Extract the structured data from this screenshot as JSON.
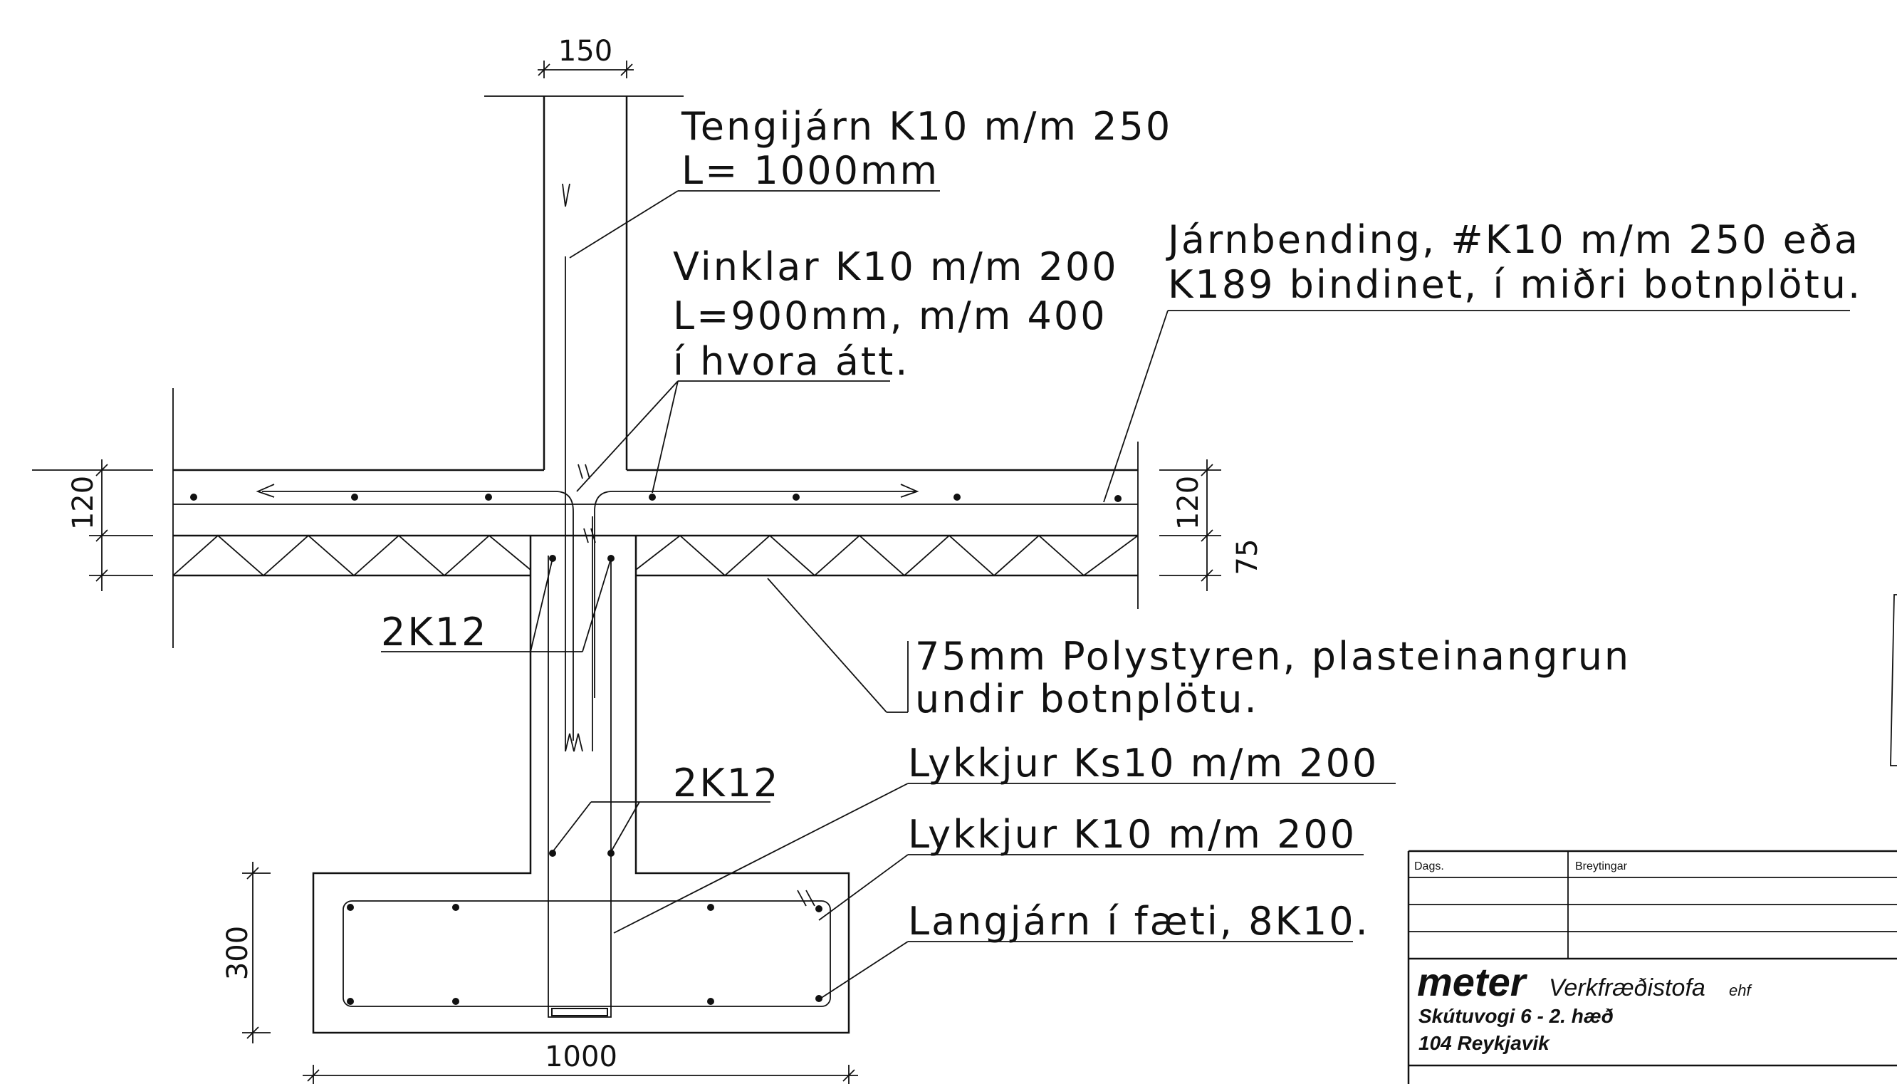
{
  "annotations": {
    "tengijarn_line1": "Tengijárn K10 m/m 250",
    "tengijarn_line2": "L= 1000mm",
    "vinklar_line1": "Vinklar K10 m/m 200",
    "vinklar_line2": "L=900mm, m/m 400",
    "vinklar_line3": "í hvora átt.",
    "jarnbending_line1": "Járnbending, #K10 m/m 250 eða",
    "jarnbending_line2": "K189 bindinet,  í miðri botnplötu.",
    "bars_2k12_upper": "2K12",
    "bars_2k12_lower": "2K12",
    "polystyren_line1": "75mm Polystyren, plasteinangrun",
    "polystyren_line2": "undir botnplötu.",
    "lykkjur_ks10": "Lykkjur Ks10 m/m 200",
    "lykkjur_k10": "Lykkjur K10 m/m 200",
    "langjarn": "Langjárn í fæti, 8K10."
  },
  "dimensions": {
    "wall_width": "150",
    "slab_left": "120",
    "slab_right": "120",
    "insulation_right": "75",
    "footing_height": "300",
    "footing_width": "1000"
  },
  "title_block": {
    "col_date": "Dags.",
    "col_changes": "Breytingar",
    "brand": "meter",
    "company": "Verkfræðistofa",
    "company_suffix": "ehf",
    "address_line1": "Skútuvogi 6 - 2. hæð",
    "address_line2": "104 Reykjavik"
  }
}
